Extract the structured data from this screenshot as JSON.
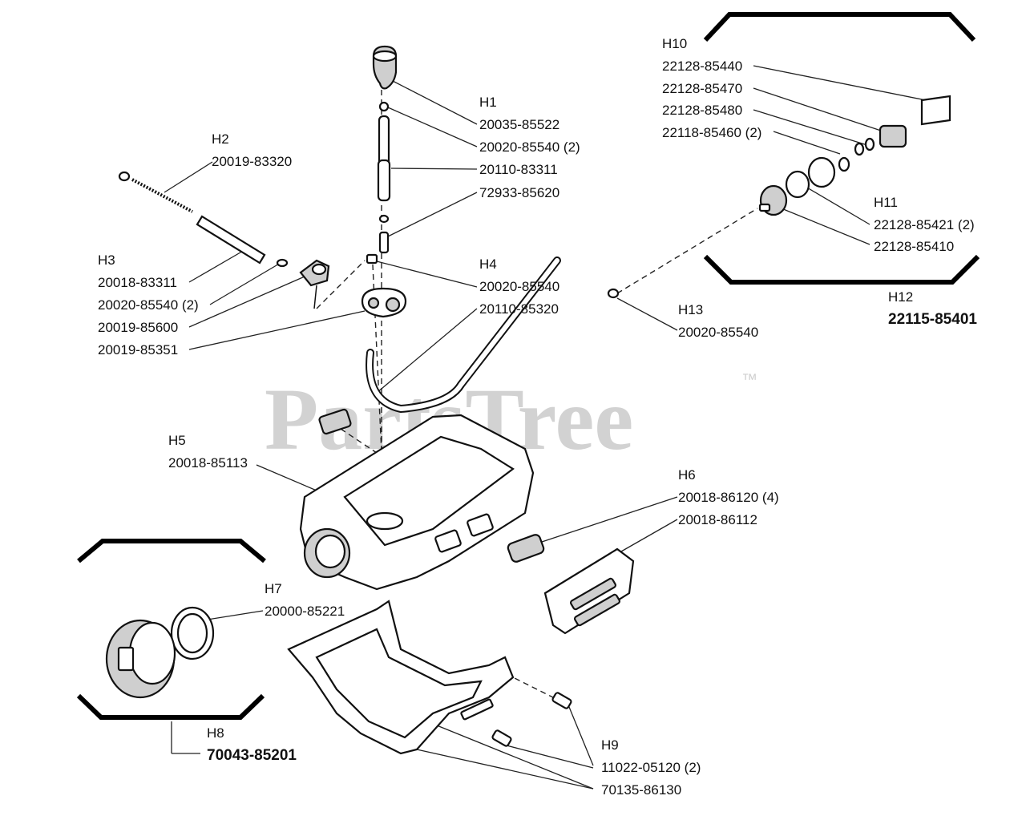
{
  "watermark": "PartsTree",
  "trademark": "™",
  "labels": {
    "h1": "H1",
    "h1_p1": "20035-85522",
    "h1_p2": "20020-85540 (2)",
    "h1_p3": "20110-83311",
    "h1_p4": "72933-85620",
    "h2": "H2",
    "h2_p1": "20019-83320",
    "h3": "H3",
    "h3_p1": "20018-83311",
    "h3_p2": "20020-85540 (2)",
    "h3_p3": "20019-85600",
    "h3_p4": "20019-85351",
    "h4": "H4",
    "h4_p1": "20020-85540",
    "h4_p2": "20110-85320",
    "h5": "H5",
    "h5_p1": "20018-85113",
    "h6": "H6",
    "h6_p1": "20018-86120 (4)",
    "h6_p2": "20018-86112",
    "h7": "H7",
    "h7_p1": "20000-85221",
    "h8": "H8",
    "h8_p1": "70043-85201",
    "h9": "H9",
    "h9_p1": "11022-05120 (2)",
    "h9_p2": "70135-86130",
    "h10": "H10",
    "h10_p1": "22128-85440",
    "h10_p2": "22128-85470",
    "h10_p3": "22128-85480",
    "h10_p4": "22118-85460 (2)",
    "h11": "H11",
    "h11_p1": "22128-85421 (2)",
    "h11_p2": "22128-85410",
    "h12": "H12",
    "h12_p1": "22115-85401",
    "h13": "H13",
    "h13_p1": "20020-85540"
  }
}
